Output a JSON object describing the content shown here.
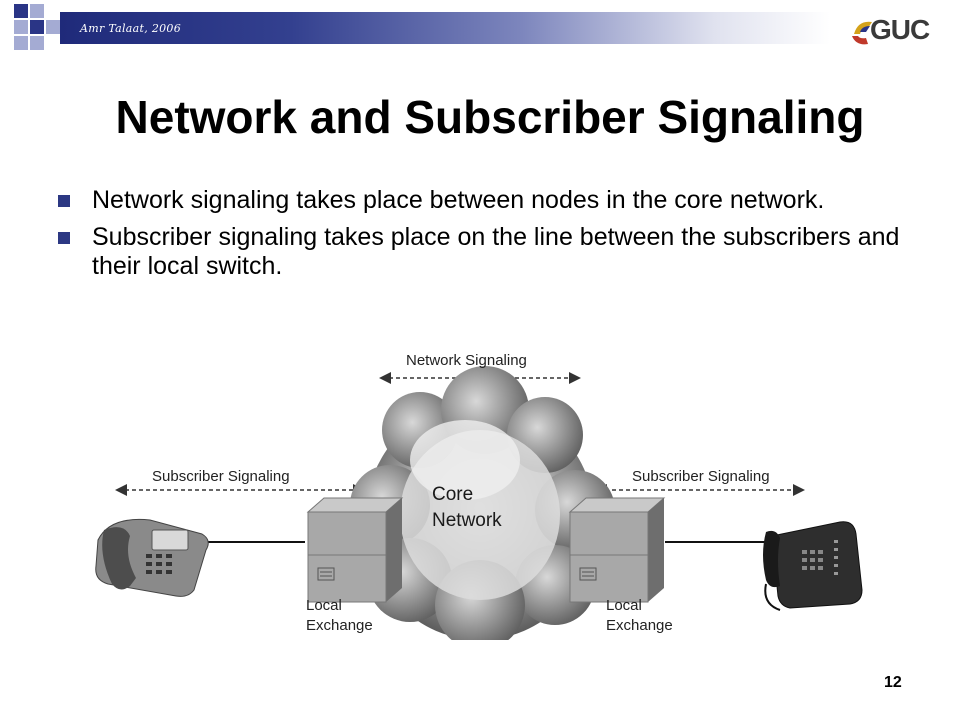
{
  "header": {
    "author_credit": "Amr Talaat, 2006",
    "logo_text": "GUC",
    "accent_color": "#2a3586"
  },
  "title": "Network and Subscriber Signaling",
  "bullets": [
    "Network signaling takes place between nodes in the core network.",
    "Subscriber signaling takes place on the line between the subscribers and their local switch."
  ],
  "diagram": {
    "network_signaling": "Network Signaling",
    "subscriber_signaling_left": "Subscriber Signaling",
    "subscriber_signaling_right": "Subscriber Signaling",
    "core_line1": "Core",
    "core_line2": "Network",
    "exchange_left_line1": "Local",
    "exchange_left_line2": "Exchange",
    "exchange_right_line1": "Local",
    "exchange_right_line2": "Exchange",
    "icons": [
      "telephone-icon",
      "local-exchange-icon",
      "core-network-cloud-icon",
      "local-exchange-icon",
      "telephone-icon"
    ]
  },
  "page_number": "12"
}
